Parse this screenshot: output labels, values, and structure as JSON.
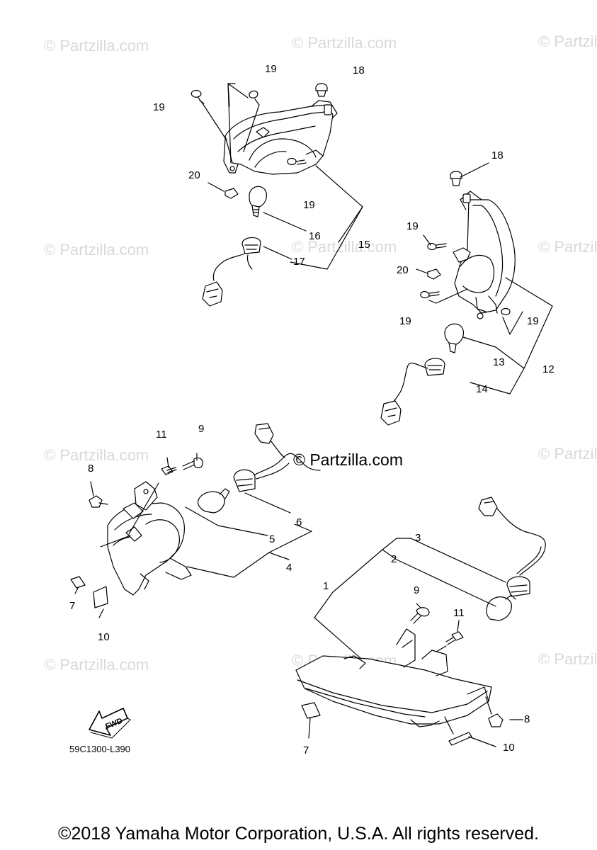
{
  "watermark_text": "© Partzilla.com",
  "center_watermark": "© Partzilla.com",
  "fwd_label": "FWD",
  "diagram_code": "59C1300-L390",
  "copyright": "©2018 Yamaha Motor Corporation, U.S.A. All rights reserved.",
  "callouts": [
    "19",
    "18",
    "19",
    "20",
    "19",
    "16",
    "15",
    "17",
    "18",
    "19",
    "20",
    "19",
    "19",
    "13",
    "12",
    "14",
    "11",
    "9",
    "8",
    "5",
    "6",
    "4",
    "7",
    "10",
    "3",
    "2",
    "1",
    "9",
    "11",
    "8",
    "7",
    "10"
  ],
  "colors": {
    "line": "#000000",
    "watermark": "#d9d9d9",
    "part_fill": "#ffffff"
  }
}
